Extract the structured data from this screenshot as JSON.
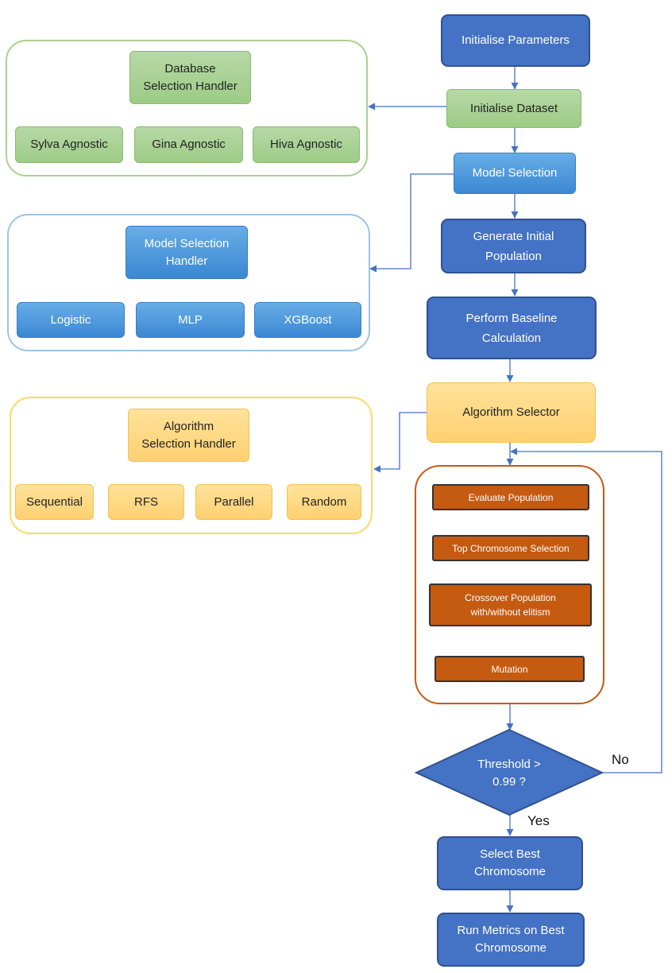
{
  "main_flow": {
    "initialise_parameters": "Initialise Parameters",
    "initialise_dataset": "Initialise Dataset",
    "model_selection": "Model Selection",
    "generate_population": "Generate Initial\nPopulation",
    "baseline": "Perform Baseline\nCalculation",
    "algorithm_selector": "Algorithm Selector",
    "threshold": "Threshold >\n0.99 ?",
    "select_best": "Select Best\nChromosome",
    "run_metrics": "Run Metrics on Best\nChromosome"
  },
  "loop": {
    "evaluate": "Evaluate Population",
    "top_selection": "Top Chromosome Selection",
    "crossover": "Crossover Population\nwith/without elitism",
    "mutation": "Mutation"
  },
  "branches": {
    "no": "No",
    "yes": "Yes"
  },
  "database_group": {
    "handler": "Database\nSelection Handler",
    "options": [
      "Sylva Agnostic",
      "Gina Agnostic",
      "Hiva Agnostic"
    ]
  },
  "model_group": {
    "handler": "Model Selection\nHandler",
    "options": [
      "Logistic",
      "MLP",
      "XGBoost"
    ]
  },
  "algorithm_group": {
    "handler": "Algorithm\nSelection Handler",
    "options": [
      "Sequential",
      "RFS",
      "Parallel",
      "Random"
    ]
  },
  "colors": {
    "main_blue": "#4472c4",
    "dataset_green": "#a9d18e",
    "model_blue": "#5b9bd5",
    "algorithm_amber": "#ffd966",
    "ga_rust": "#c55a11",
    "connector": "#4472c4"
  }
}
